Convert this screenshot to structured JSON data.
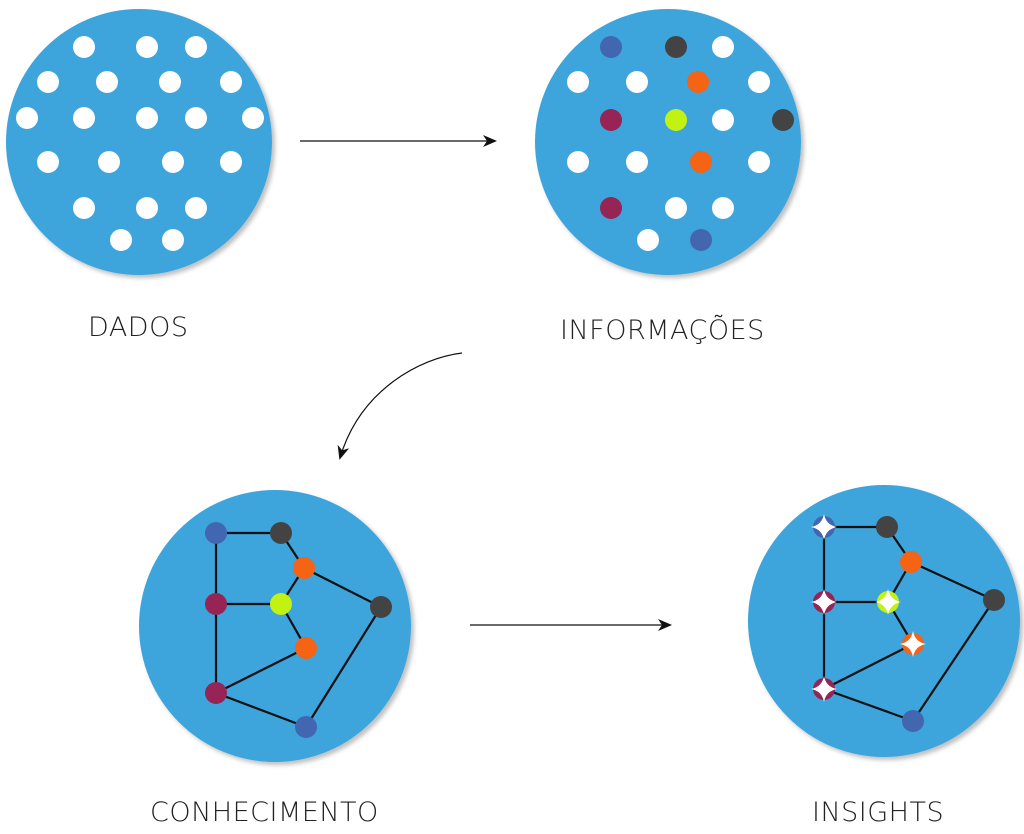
{
  "labels": {
    "dados": "DADOS",
    "informacoes": "INFORMAÇÕES",
    "conhecimento": "CONHECIMENTO",
    "insights": "INSIGHTS"
  },
  "colors": {
    "circle": "#3ea4dc",
    "dot_white": "#ffffff",
    "blue": "#4266b0",
    "dark": "#434343",
    "orange": "#f56314",
    "crimson": "#962454",
    "lime": "#c2f212",
    "edge": "#111111"
  },
  "stages": [
    {
      "id": "dados",
      "label_key": "labels.dados"
    },
    {
      "id": "informacoes",
      "label_key": "labels.informacoes"
    },
    {
      "id": "conhecimento",
      "label_key": "labels.conhecimento"
    },
    {
      "id": "insights",
      "label_key": "labels.insights"
    }
  ],
  "flow": [
    "dados",
    "informacoes",
    "conhecimento",
    "insights"
  ]
}
